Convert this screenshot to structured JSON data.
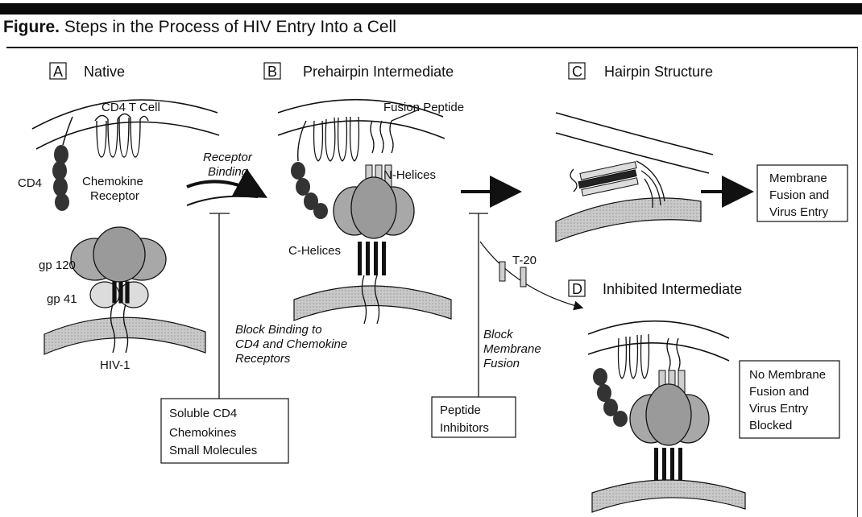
{
  "title": {
    "figure_label": "Figure.",
    "text": "Steps in the Process of HIV Entry Into a Cell"
  },
  "panels": {
    "a": {
      "letter": "A",
      "title": "Native"
    },
    "b": {
      "letter": "B",
      "title": "Prehairpin Intermediate"
    },
    "c": {
      "letter": "C",
      "title": "Hairpin Structure"
    },
    "d": {
      "letter": "D",
      "title": "Inhibited Intermediate"
    }
  },
  "labels": {
    "cd4_t_cell": "CD4 T Cell",
    "cd4": "CD4",
    "chemokine_1": "Chemokine",
    "chemokine_2": "Receptor",
    "gp120": "gp 120",
    "gp41": "gp 41",
    "hiv1": "HIV-1",
    "receptor_binding_1": "Receptor",
    "receptor_binding_2": "Binding",
    "fusion_peptide": "Fusion Peptide",
    "n_helices": "N-Helices",
    "c_helices": "C-Helices",
    "t20": "T-20",
    "block_binding": [
      "Block Binding to",
      "CD4 and Chemokine",
      "Receptors"
    ],
    "block_fusion": [
      "Block",
      "Membrane",
      "Fusion"
    ]
  },
  "boxes": {
    "membrane_fusion": [
      "Membrane",
      "Fusion and",
      "Virus Entry"
    ],
    "no_fusion": [
      "No Membrane",
      "Fusion and",
      "Virus Entry",
      "Blocked"
    ],
    "soluble": [
      "Soluble CD4",
      "Chemokines",
      "Small Molecules"
    ],
    "peptide": [
      "Peptide",
      "Inhibitors"
    ]
  },
  "colors": {
    "membrane_fill": "#c9c9c9",
    "gp120_fill": "#9a9a9a",
    "cd4_fill": "#333333",
    "line": "#111111"
  }
}
